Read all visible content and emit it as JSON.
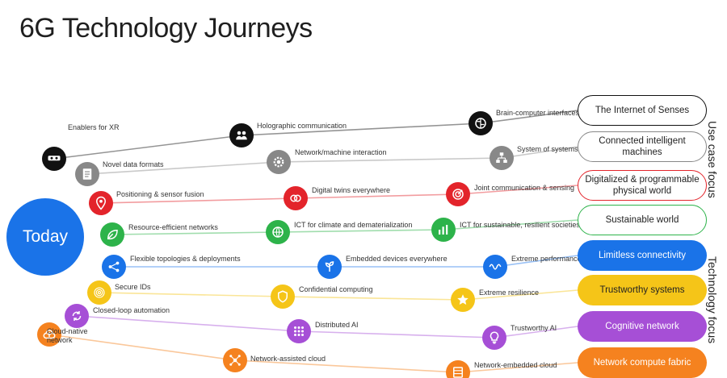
{
  "title": "6G Technology Journeys",
  "today": {
    "label": "Today",
    "color": "#1a73e8"
  },
  "side_labels": {
    "use_case": "Use case focus",
    "technology": "Technology focus"
  },
  "goals": [
    {
      "label": "The Internet of Senses",
      "style": "outline",
      "color": "#111111"
    },
    {
      "label": "Connected intelligent machines",
      "style": "outline",
      "color": "#888888"
    },
    {
      "label": "Digitalized & programmable physical world",
      "style": "outline",
      "color": "#e3242b"
    },
    {
      "label": "Sustainable world",
      "style": "outline",
      "color": "#2db34a"
    },
    {
      "label": "Limitless connectivity",
      "style": "filled",
      "color": "#1a73e8"
    },
    {
      "label": "Trustworthy systems",
      "style": "filled",
      "color": "#f5c518"
    },
    {
      "label": "Cognitive network",
      "style": "filled",
      "color": "#a64fd6"
    },
    {
      "label": "Network compute fabric",
      "style": "filled",
      "color": "#f5821f"
    }
  ],
  "journeys": [
    {
      "color": "#111111",
      "nodes": [
        {
          "label": "Enablers for XR",
          "icon": "vr-goggles-icon"
        },
        {
          "label": "Holographic communication",
          "icon": "people-icon"
        },
        {
          "label": "Brain-computer interfaces",
          "icon": "brain-icon"
        }
      ]
    },
    {
      "color": "#888888",
      "nodes": [
        {
          "label": "Novel data formats",
          "icon": "document-icon"
        },
        {
          "label": "Network/machine interaction",
          "icon": "gear-icon"
        },
        {
          "label": "System of systems",
          "icon": "hierarchy-icon"
        }
      ]
    },
    {
      "color": "#e3242b",
      "nodes": [
        {
          "label": "Positioning & sensor fusion",
          "icon": "location-pin-icon"
        },
        {
          "label": "Digital twins everywhere",
          "icon": "twin-icon"
        },
        {
          "label": "Joint communication & sensing",
          "icon": "radar-icon"
        }
      ]
    },
    {
      "color": "#2db34a",
      "nodes": [
        {
          "label": "Resource-efficient networks",
          "icon": "leaf-icon"
        },
        {
          "label": "ICT  for climate and dematerialization",
          "icon": "globe-icon"
        },
        {
          "label": "ICT for sustainable, resilient societies",
          "icon": "bar-chart-icon"
        }
      ]
    },
    {
      "color": "#1a73e8",
      "nodes": [
        {
          "label": "Flexible topologies & deployments",
          "icon": "network-icon"
        },
        {
          "label": "Embedded devices everywhere",
          "icon": "sprout-icon"
        },
        {
          "label": "Extreme performance",
          "icon": "wave-icon"
        }
      ]
    },
    {
      "color": "#f5c518",
      "nodes": [
        {
          "label": "Secure IDs",
          "icon": "fingerprint-icon"
        },
        {
          "label": "Confidential computing",
          "icon": "shield-icon"
        },
        {
          "label": "Extreme resilience",
          "icon": "star-icon"
        }
      ]
    },
    {
      "color": "#a64fd6",
      "nodes": [
        {
          "label": "Closed-loop  automation",
          "icon": "loop-icon"
        },
        {
          "label": "Distributed AI",
          "icon": "grid-icon"
        },
        {
          "label": "Trustworthy AI",
          "icon": "lightbulb-icon"
        }
      ]
    },
    {
      "color": "#f5821f",
      "nodes": [
        {
          "label": "Cloud-native network",
          "icon": "cloud-upload-icon"
        },
        {
          "label": "Network-assisted cloud",
          "icon": "nodes-icon"
        },
        {
          "label": "Network-embedded cloud",
          "icon": "server-icon"
        }
      ]
    }
  ]
}
